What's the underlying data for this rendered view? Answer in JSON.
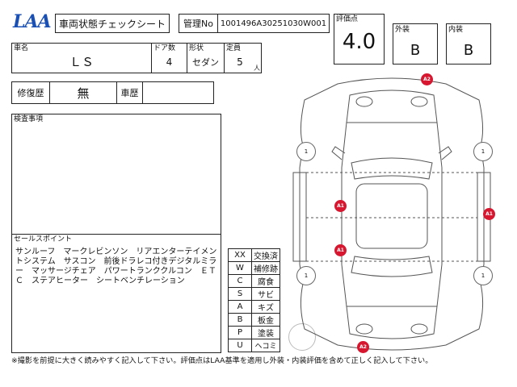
{
  "header": {
    "logo": "LAA",
    "title": "車両状態チェックシート",
    "mgmt_label": "管理No",
    "mgmt_value": "1001496A30251030W001",
    "score_label": "評価点",
    "score_value": "4.0",
    "exterior_label": "外装",
    "exterior_value": "B",
    "interior_label": "内装",
    "interior_value": "B"
  },
  "vehicle": {
    "name_label": "車名",
    "name_value": "ＬＳ",
    "doors_label": "ドア数",
    "doors_value": "4",
    "shape_label": "形状",
    "shape_value": "セダン",
    "capacity_label": "定員",
    "capacity_value": "5",
    "capacity_unit": "人"
  },
  "history": {
    "repair_label": "修復歴",
    "repair_value": "無",
    "vehicle_history_label": "車歴",
    "vehicle_history_value": ""
  },
  "inspection": {
    "label": "検査事項",
    "text": ""
  },
  "selling_points": {
    "label": "セールスポイント",
    "text": "サンルーフ　マークレビンソン　リアエンターテイメントシステム　サスコン　前後ドラレコ付きデジタルミラー　マッサージチェア　パワートランククルコン　ＥＴＣ　ステアヒーター　シートベンチレーション"
  },
  "legend": [
    {
      "code": "XX",
      "meaning": "交換済"
    },
    {
      "code": "W",
      "meaning": "補修跡"
    },
    {
      "code": "C",
      "meaning": "腐食"
    },
    {
      "code": "S",
      "meaning": "サビ"
    },
    {
      "code": "A",
      "meaning": "キズ"
    },
    {
      "code": "B",
      "meaning": "板金"
    },
    {
      "code": "P",
      "meaning": "塗装"
    },
    {
      "code": "U",
      "meaning": "ヘコミ"
    }
  ],
  "diagram": {
    "damage_markers": [
      "A2",
      "A1",
      "A1",
      "A1",
      "A2"
    ],
    "tire_labels": [
      "1",
      "1",
      "1",
      "1"
    ],
    "colors": {
      "marker": "#d7172f",
      "logo": "#1a4fb4"
    }
  },
  "footer": {
    "note": "※撮影を前提に大きく読みやすく記入して下さい。評価点はLAA基準を適用し外装・内装評価を含めて正しく記入して下さい。"
  }
}
